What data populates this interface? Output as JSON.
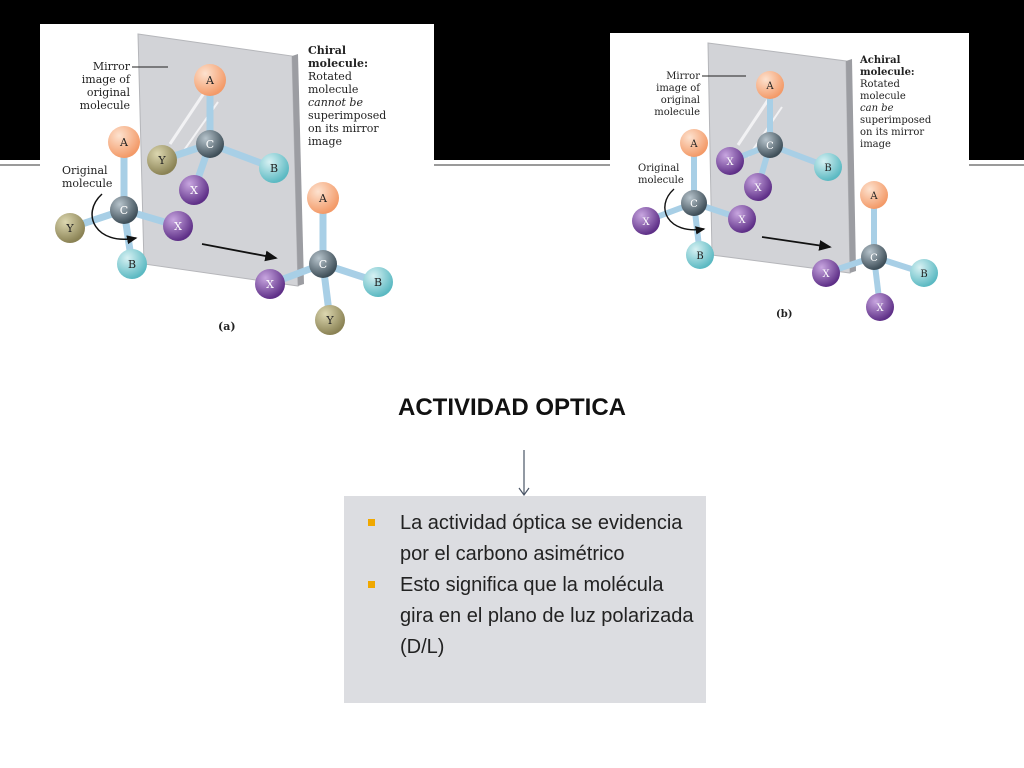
{
  "slide": {
    "title": "ACTIVIDAD OPTICA",
    "bullets": [
      "La actividad óptica se evidencia por el carbono asimétrico",
      "Esto significa que la molécula gira en el plano de luz polarizada (D/L)"
    ]
  },
  "figure_a": {
    "panel_label": "(a)",
    "mirror_label": [
      "Mirror",
      "image of",
      "original",
      "molecule"
    ],
    "original_label": [
      "Original",
      "molecule"
    ],
    "heading": [
      "Chiral",
      "molecule:"
    ],
    "caption": [
      "Rotated",
      "molecule",
      "cannot be",
      "superimposed",
      "on its mirror",
      "image"
    ]
  },
  "figure_b": {
    "panel_label": "(b)",
    "mirror_label": [
      "Mirror",
      "image of",
      "original",
      "molecule"
    ],
    "original_label": [
      "Original",
      "molecule"
    ],
    "heading": [
      "Achiral",
      "molecule:"
    ],
    "caption": [
      "Rotated",
      "molecule",
      "can be",
      "superimposed",
      "on its mirror",
      "image"
    ]
  },
  "atoms": {
    "center": "C",
    "labels": {
      "a": "A",
      "b": "B",
      "x": "X",
      "y": "Y"
    }
  },
  "colors": {
    "atom_a": "#f6b088",
    "atom_b": "#7ecad0",
    "atom_x": "#7f4fa6",
    "atom_y": "#a8a06e",
    "atom_c": "#5b6e7a",
    "bond": "#a8cfe6",
    "mirror": "#cfd0d4",
    "bullet": "#f0a800",
    "box": "#dcdde1"
  }
}
